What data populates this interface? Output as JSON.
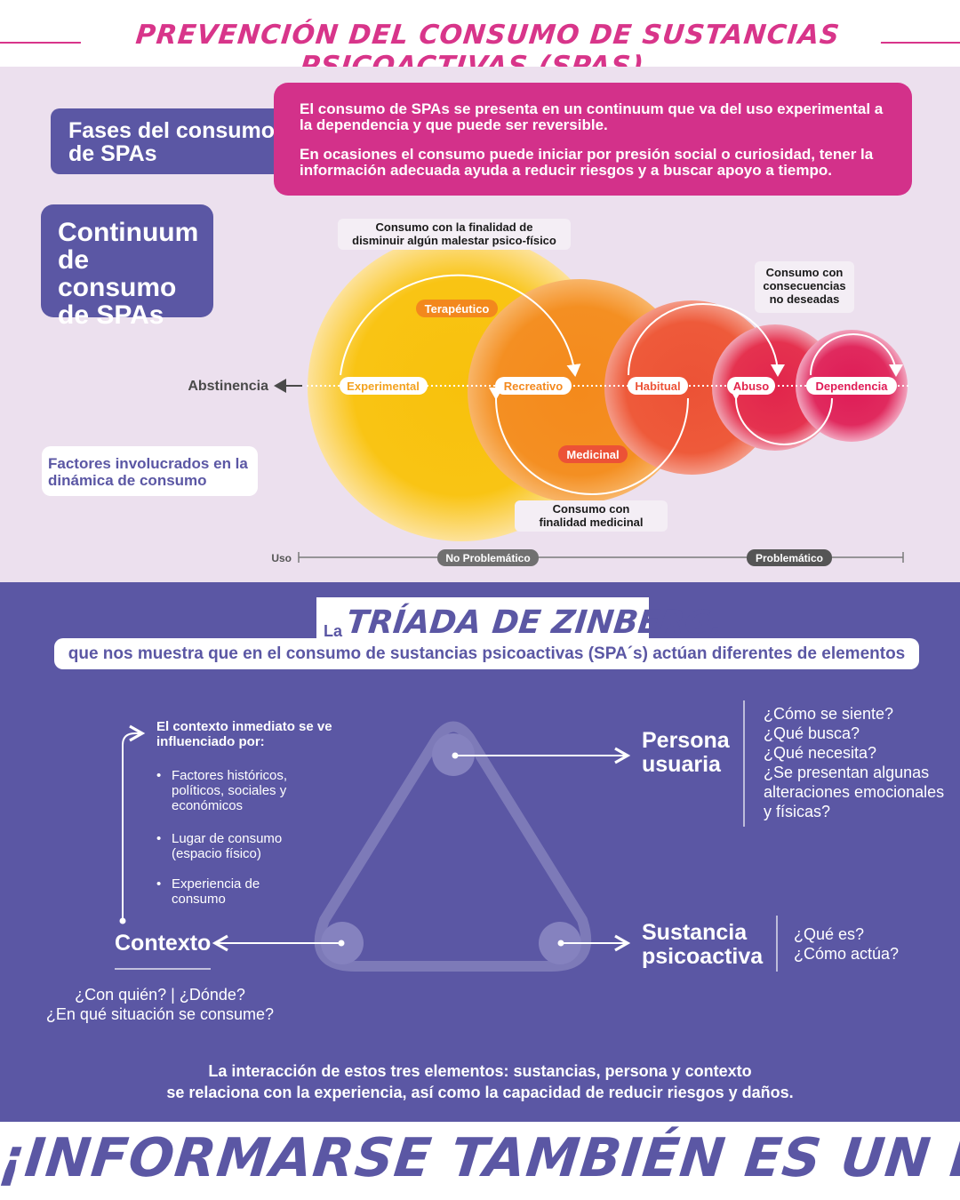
{
  "title": "PREVENCIÓN DEL CONSUMO DE SUSTANCIAS PSICOACTIVAS (SPAS)",
  "fases_label": "Fases del consumo de SPAs",
  "intro": {
    "p1": "El consumo de SPAs se presenta en un continuum que va del uso experimental a la dependencia y que puede ser reversible.",
    "p2": "En ocasiones el consumo puede iniciar por presión social o curiosidad, tener la información adecuada ayuda a reducir riesgos y a buscar apoyo a tiempo."
  },
  "continuum_label": "Continuum de consumo de SPAs",
  "factors_label": "Factores involucrados en la dinámica de consumo",
  "diagram": {
    "abstinencia": "Abstinencia",
    "stages": [
      "Experimental",
      "Recreativo",
      "Habitual",
      "Abuso",
      "Dependencia"
    ],
    "terapeutico": "Terapéutico",
    "medicinal": "Medicinal",
    "note_top_1": "Consumo con la finalidad de",
    "note_top_2": "disminuir algún malestar psico-físico",
    "note_right_1": "Consumo con",
    "note_right_2": "consecuencias",
    "note_right_3": "no deseadas",
    "note_bottom_1": "Consumo con",
    "note_bottom_2": "finalidad medicinal",
    "uso": "Uso",
    "no_problematico": "No Problemático",
    "problematico": "Problemático"
  },
  "colors": {
    "magenta": "#d3318a",
    "purple": "#5b57a4",
    "yellow": "#f9c10e",
    "orange": "#f3881d",
    "red_orange": "#ec5236",
    "red": "#e2254c",
    "crimson": "#df1b56"
  },
  "triada": {
    "prefix": "La",
    "title": "TRÍADA DE ZINBERG,",
    "subtitle": "que nos muestra que en el consumo de sustancias psicoactivas (SPA´s) actúan diferentes de elementos"
  },
  "context": {
    "heading": "El contexto inmediato se ve influenciado por:",
    "bullets": [
      "Factores históricos, políticos, sociales y económicos",
      "Lugar de consumo (espacio físico)",
      "Experiencia de consumo"
    ],
    "label": "Contexto",
    "questions_1": "¿Con quién? | ¿Dónde?",
    "questions_2": "¿En qué situación se consume?"
  },
  "persona": {
    "label": "Persona usuaria",
    "questions": [
      "¿Cómo se siente?",
      "¿Qué busca?",
      "¿Qué necesita?",
      "¿Se presentan algunas alteraciones emocionales y físicas?"
    ]
  },
  "sustancia": {
    "label": "Sustancia psicoactiva",
    "questions": [
      "¿Qué es?",
      "¿Cómo actúa?"
    ]
  },
  "interaction": {
    "line1": "La interacción de estos tres elementos: sustancias, persona y contexto",
    "line2": "se relaciona con la experiencia, así como la capacidad de reducir riesgos y daños."
  },
  "slogan": "¡INFORMARSE TAMBIÉN ES UN DERECHO!"
}
